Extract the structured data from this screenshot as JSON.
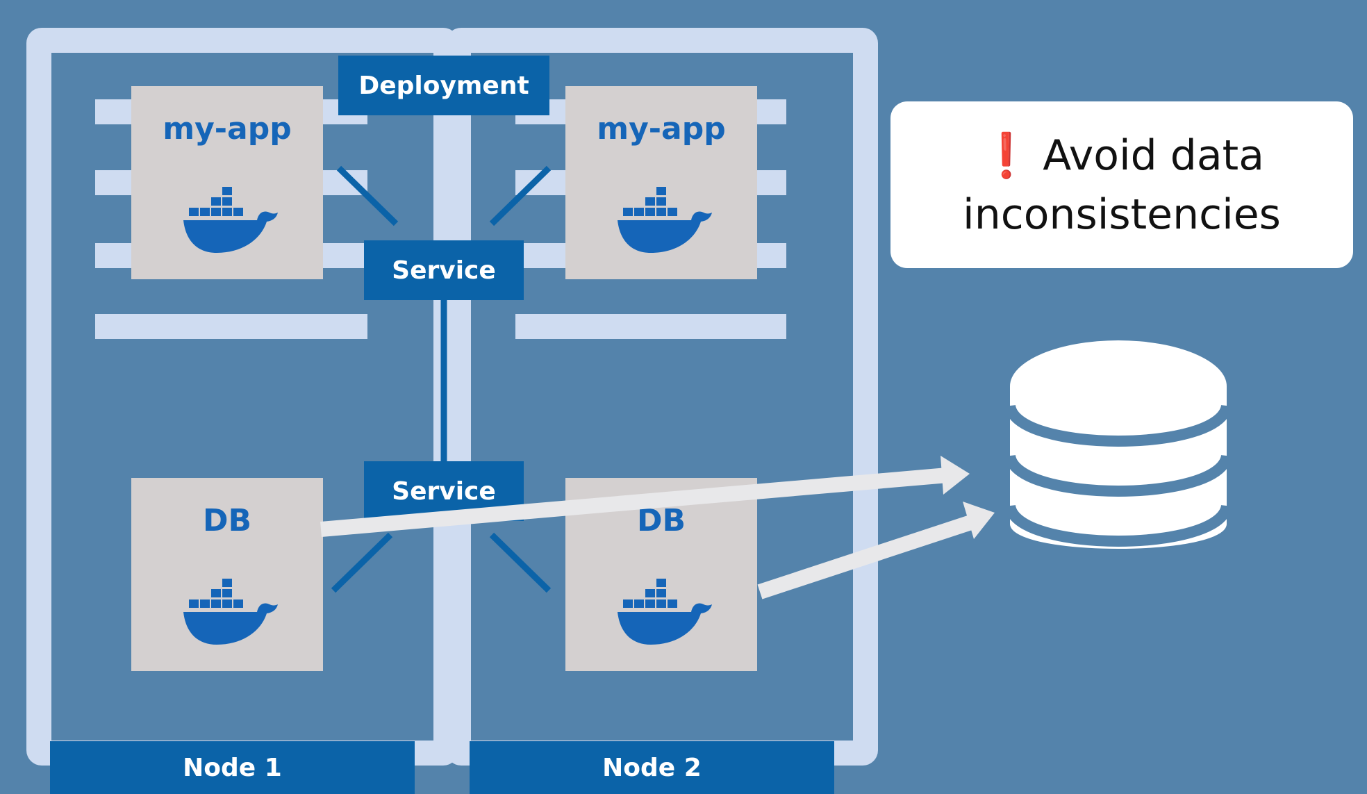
{
  "diagram": {
    "nodes": [
      {
        "label": "Node 1"
      },
      {
        "label": "Node 2"
      }
    ],
    "deployment_label": "Deployment",
    "services": [
      {
        "label": "Service"
      },
      {
        "label": "Service"
      }
    ],
    "pods": [
      {
        "title": "my-app",
        "icon": "docker-whale-icon"
      },
      {
        "title": "my-app",
        "icon": "docker-whale-icon"
      },
      {
        "title": "DB",
        "icon": "docker-whale-icon"
      },
      {
        "title": "DB",
        "icon": "docker-whale-icon"
      }
    ],
    "callout": {
      "icon": "exclamation-icon",
      "line1": "Avoid data",
      "line2": "inconsistencies"
    },
    "storage_icon": "database-icon",
    "colors": {
      "background": "#5483ab",
      "frame": "#cfdcf1",
      "tag": "#0b63a8",
      "pod": "#d4d0d0",
      "docker": "#1565b8",
      "warning": "#e02020"
    }
  }
}
